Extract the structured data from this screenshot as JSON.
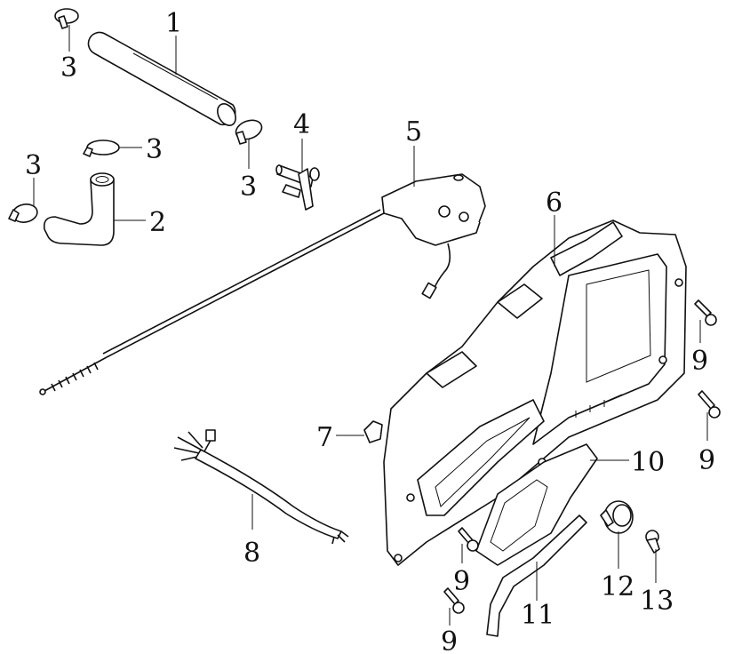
{
  "diagram": {
    "callouts": {
      "c1": "1",
      "c2": "2",
      "c3a": "3",
      "c3b": "3",
      "c3c": "3",
      "c3d": "3",
      "c4": "4",
      "c5": "5",
      "c6": "6",
      "c7": "7",
      "c8": "8",
      "c9a": "9",
      "c9b": "9",
      "c9c": "9",
      "c9d": "9",
      "c10": "10",
      "c11": "11",
      "c12": "12",
      "c13": "13"
    }
  }
}
